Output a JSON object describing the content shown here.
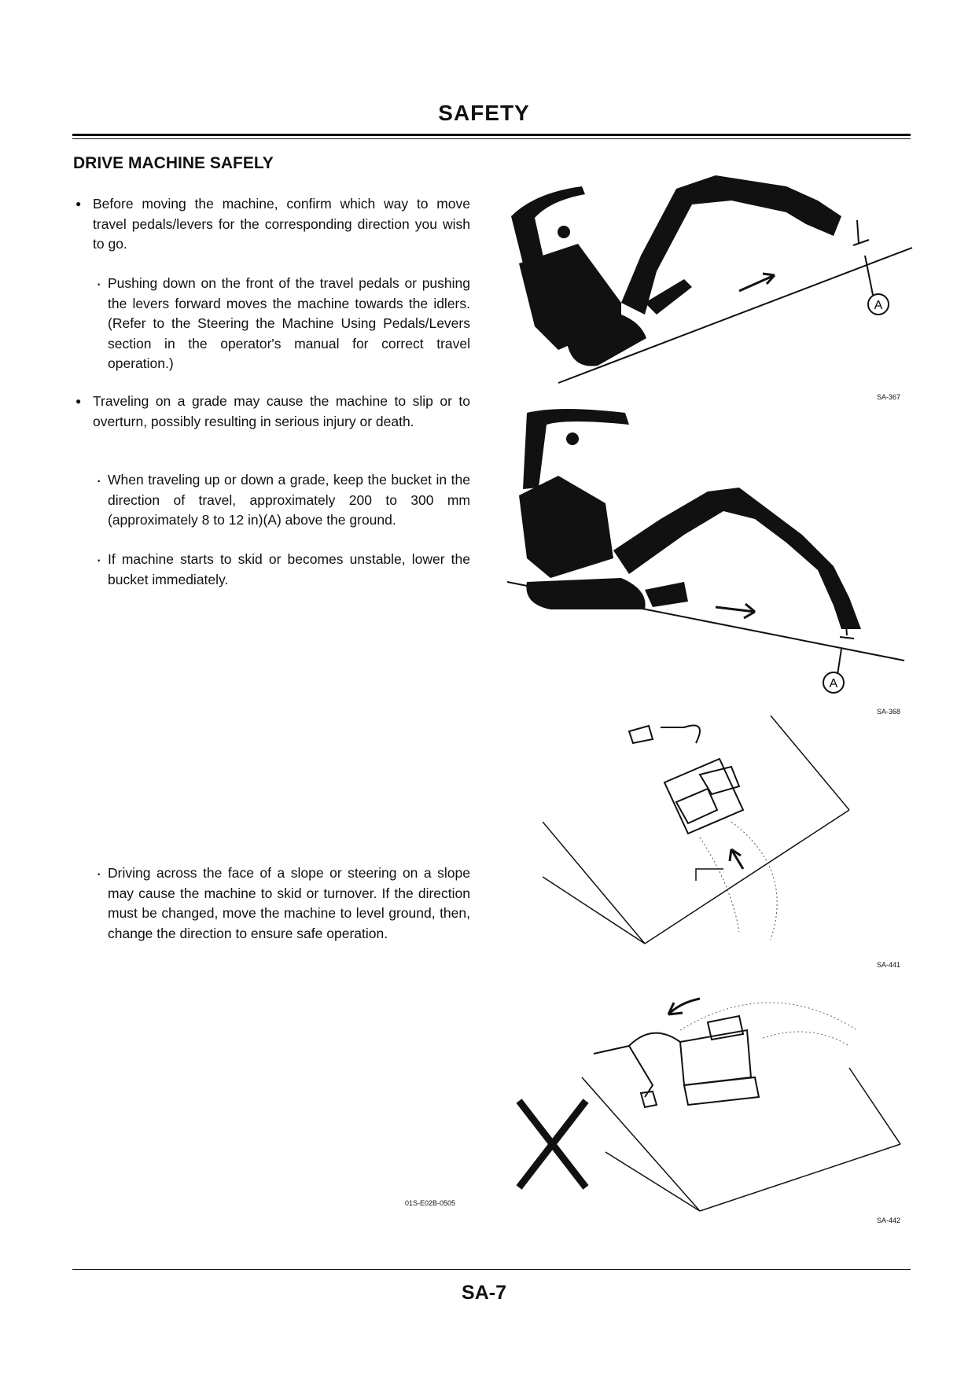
{
  "header": {
    "title": "SAFETY"
  },
  "section": {
    "title": "DRIVE MACHINE SAFELY"
  },
  "content": {
    "bullet1": "Before moving the machine, confirm which way to move travel pedals/levers for the corresponding direction you wish to go.",
    "sub1": "Pushing down on the front of the travel pedals or pushing the levers forward moves the machine towards the idlers. (Refer to the Steering the Machine Using Pedals/Levers section in the operator's manual for correct travel operation.)",
    "bullet2": "Traveling on a grade may cause the machine to slip or to overturn, possibly resulting in serious injury or death.",
    "sub2": "When traveling up or down a grade, keep the bucket in the direction of travel, approximately 200 to 300 mm (approximately 8 to 12 in)(A) above the ground.",
    "sub3": "If machine starts to skid or becomes unstable, lower the bucket immediately.",
    "sub4": "Driving across the face of a slope or steering on a slope may cause the machine to skid or turnover. If the direction must be changed, move the machine to level ground, then, change the direction to ensure safe operation."
  },
  "figures": {
    "fig1_label": "A",
    "fig1_code": "SA-367",
    "fig2_label": "A",
    "fig2_code": "SA-368",
    "fig3_code": "SA-441",
    "fig4_code": "SA-442"
  },
  "doc_code": "01S-E02B-0505",
  "footer": {
    "page": "SA-7"
  }
}
